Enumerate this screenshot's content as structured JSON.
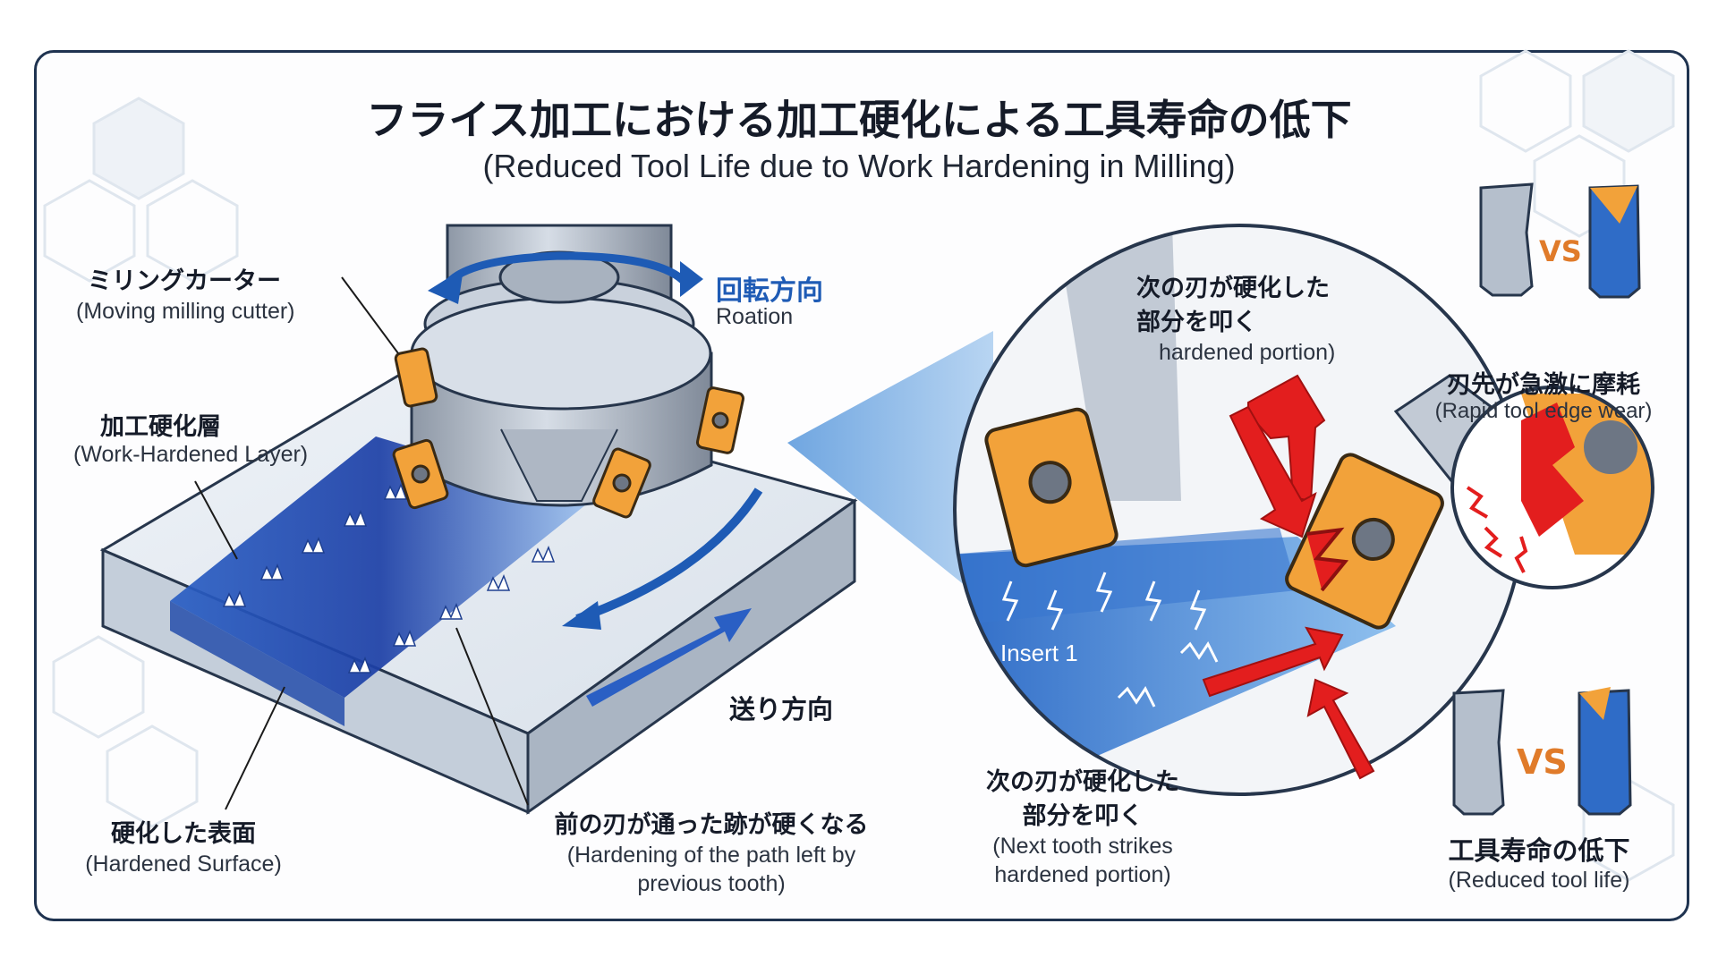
{
  "title": {
    "jp": "フライス加工における加工硬化による工具寿命の低下",
    "en": "(Reduced Tool Life due to Work Hardening in Milling)"
  },
  "left": {
    "cutter": {
      "jp": "ミリングカーター",
      "en": "(Moving milling cutter)"
    },
    "layer": {
      "jp": "加工硬化層",
      "en": "(Work-Hardened Layer)"
    },
    "surface": {
      "jp": "硬化した表面",
      "en": "(Hardened Surface)"
    },
    "path": {
      "jp": "前の刃が通った跡が硬くなる",
      "en1": "(Hardening of the path left by",
      "en2": "previous tooth)"
    },
    "rotation": {
      "jp": "回転方向",
      "en": "Roation"
    },
    "feed": {
      "jp": "送り方向"
    }
  },
  "zoom": {
    "top_strike": {
      "jp1": "次の刃が硬化した",
      "jp2": "部分を叩く",
      "en": "hardened portion)"
    },
    "insert": "Insert 1",
    "bottom_strike": {
      "jp1": "次の刃が硬化した",
      "jp2": "部分を叩く",
      "en1": "(Next tooth strikes",
      "en2": "hardened portion)"
    }
  },
  "right": {
    "wear": {
      "jp": "刃先が急激に摩耗",
      "en": "(Rapid tool edge wear)"
    },
    "vs": "VS",
    "life": {
      "jp": "工具寿命の低下",
      "en": "(Reduced tool life)"
    }
  },
  "colors": {
    "frame": "#1f3350",
    "blue": "#1e5bb5",
    "orange": "#f2a23a",
    "red": "#e31e1e",
    "steel": "#b5bfcc"
  }
}
